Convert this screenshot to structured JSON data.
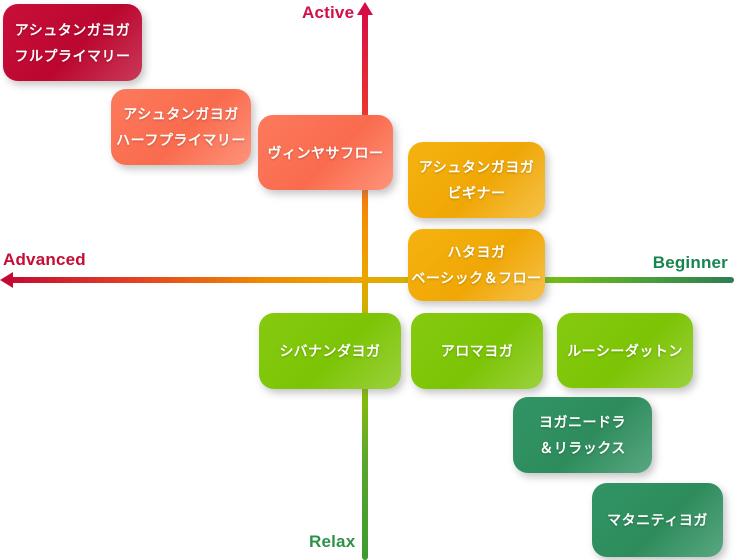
{
  "axes": {
    "vertical": {
      "top_label": "Active",
      "bottom_label": "Relax",
      "top_color": "#d50f45",
      "bottom_color": "#2e9148"
    },
    "horizontal": {
      "left_label": "Advanced",
      "right_label": "Beginner",
      "left_color": "#c50c33",
      "right_color": "#17854e"
    }
  },
  "palette": {
    "crimson": "#bb0730",
    "tomato": "#fa6b4e",
    "amber": "#f0a705",
    "lime": "#7cc405",
    "dark_green": "#2e8c5c"
  },
  "items": [
    {
      "lines": [
        "アシュタンガヨガ",
        "フルプライマリー"
      ],
      "color": "#bb0730",
      "activity": "very-active",
      "level": "advanced"
    },
    {
      "lines": [
        "アシュタンガヨガ",
        "ハーフプライマリー"
      ],
      "color": "#fa6b4e",
      "activity": "active",
      "level": "upper-intermediate"
    },
    {
      "lines": [
        "ヴィンヤサフロー"
      ],
      "color": "#fa6b4e",
      "activity": "active",
      "level": "intermediate"
    },
    {
      "lines": [
        "アシュタンガヨガ",
        "ビギナー"
      ],
      "color": "#f0a705",
      "activity": "moderately-active",
      "level": "beginner-intermediate"
    },
    {
      "lines": [
        "ハタヨガ",
        "ベーシック＆フロー"
      ],
      "color": "#f0a705",
      "activity": "neutral",
      "level": "beginner-intermediate"
    },
    {
      "lines": [
        "シバナンダヨガ"
      ],
      "color": "#7cc405",
      "activity": "relaxed",
      "level": "intermediate"
    },
    {
      "lines": [
        "アロマヨガ"
      ],
      "color": "#7cc405",
      "activity": "relaxed",
      "level": "beginner"
    },
    {
      "lines": [
        "ルーシーダットン"
      ],
      "color": "#7cc405",
      "activity": "relaxed",
      "level": "beginner"
    },
    {
      "lines": [
        "ヨガニードラ",
        "＆リラックス"
      ],
      "color": "#2e8c5c",
      "activity": "very-relaxed",
      "level": "beginner"
    },
    {
      "lines": [
        "マタニティヨガ"
      ],
      "color": "#2e8c5c",
      "activity": "most-relaxed",
      "level": "beginner"
    }
  ]
}
